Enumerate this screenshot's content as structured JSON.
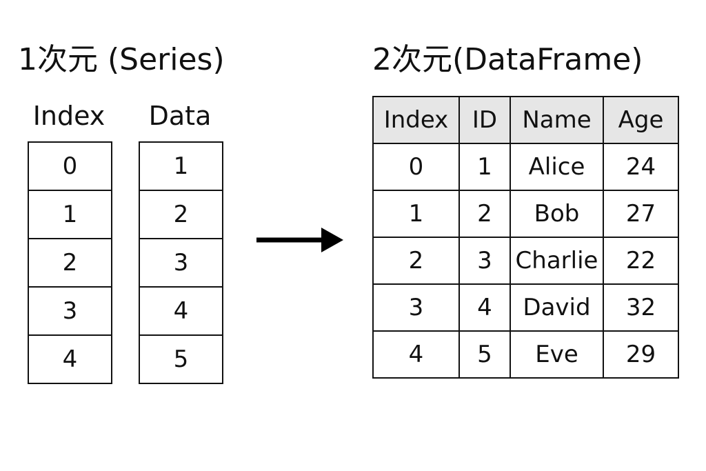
{
  "series": {
    "title": "1次元 (Series)",
    "index_header": "Index",
    "data_header": "Data",
    "index": [
      "0",
      "1",
      "2",
      "3",
      "4"
    ],
    "data": [
      "1",
      "2",
      "3",
      "4",
      "5"
    ]
  },
  "dataframe": {
    "title": "2次元(DataFrame)",
    "headers": [
      "Index",
      "ID",
      "Name",
      "Age"
    ],
    "rows": [
      [
        "0",
        "1",
        "Alice",
        "24"
      ],
      [
        "1",
        "2",
        "Bob",
        "27"
      ],
      [
        "2",
        "3",
        "Charlie",
        "22"
      ],
      [
        "3",
        "4",
        "David",
        "32"
      ],
      [
        "4",
        "5",
        "Eve",
        "29"
      ]
    ]
  },
  "arrow": {
    "icon": "right-arrow-icon",
    "color": "#000000"
  }
}
